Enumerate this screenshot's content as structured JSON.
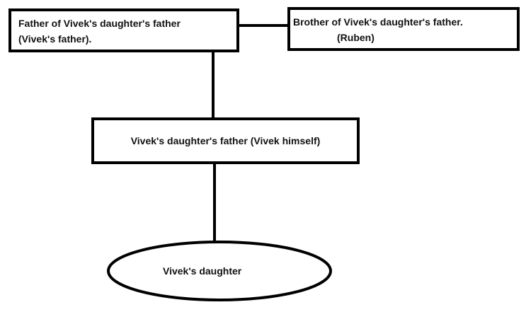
{
  "nodes": {
    "grandfather": {
      "line1": "Father of Vivek's daughter's father",
      "line2": "(Vivek's father)."
    },
    "uncle": {
      "line1": "Brother of Vivek's daughter's father.",
      "line2": "(Ruben)"
    },
    "father": {
      "label": "Vivek's daughter's father (Vivek himself)"
    },
    "daughter": {
      "label": "Vivek's daughter"
    }
  }
}
